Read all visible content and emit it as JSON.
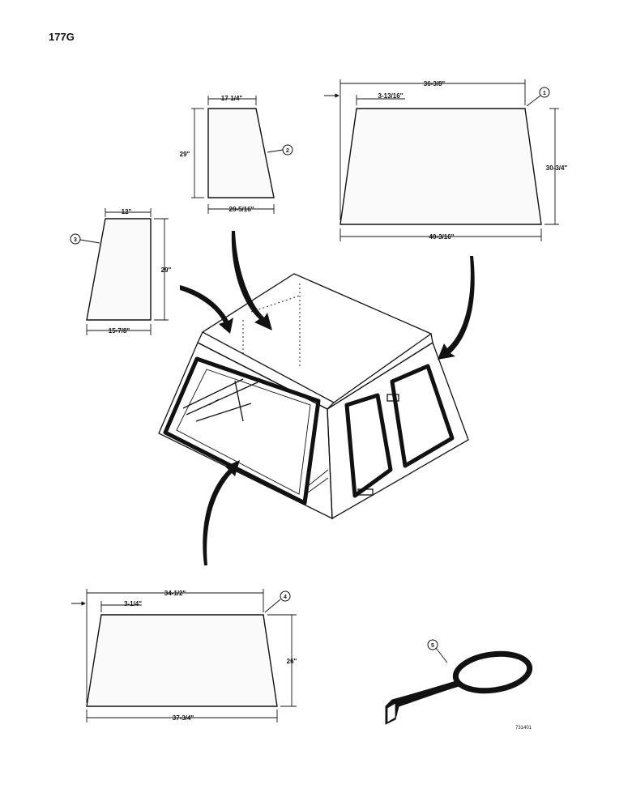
{
  "header": {
    "model": "177G"
  },
  "drawing_number": "731401",
  "panels": {
    "rear_glass": {
      "callout": "1",
      "top_overall": "36-3/8\"",
      "top_offset": "3-13/16\"",
      "height": "30-3/4\"",
      "bottom": "40-3/16\""
    },
    "side_glass_upper": {
      "callout": "2",
      "top": "17-1/4\"",
      "height": "29\"",
      "bottom": "20-5/16\""
    },
    "side_glass_left": {
      "callout": "3",
      "top": "12\"",
      "height": "29\"",
      "bottom": "15-7/8\""
    },
    "windshield": {
      "callout": "4",
      "top_overall": "34-1/2\"",
      "top_offset": "3-1/4\"",
      "height": "26\"",
      "bottom": "37-3/4\""
    },
    "seal": {
      "callout": "5"
    }
  }
}
